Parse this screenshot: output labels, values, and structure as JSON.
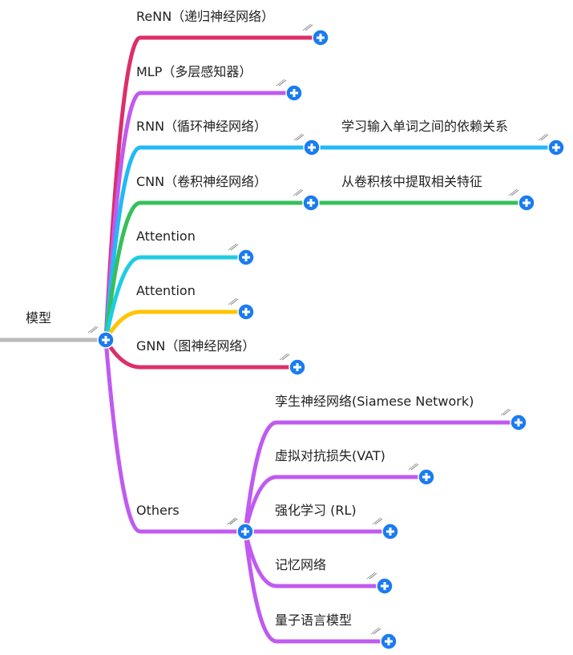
{
  "root": {
    "label": "模型",
    "line_color": "#bbbbbb"
  },
  "plus_color": "#1a7cf0",
  "branches": [
    {
      "label": "ReNN（递归神经网络）",
      "color": "#dc2f6a"
    },
    {
      "label": "MLP（多层感知器）",
      "color": "#c05af0"
    },
    {
      "label": "RNN（循环神经网络）",
      "color": "#22b9f6",
      "child": "学习输入单词之间的依赖关系"
    },
    {
      "label": "CNN（卷积神经网络）",
      "color": "#35c05a",
      "child": "从卷积核中提取相关特征"
    },
    {
      "label": "Attention",
      "color": "#1ecde3"
    },
    {
      "label": "Attention",
      "color": "#ffc400"
    },
    {
      "label": "GNN（图神经网络）",
      "color": "#dc2f6a"
    },
    {
      "label": "Others",
      "color": "#c05af0"
    }
  ],
  "others_children": [
    {
      "label": "孪生神经网络(Siamese Network)"
    },
    {
      "label": "虚拟对抗损失(VAT)"
    },
    {
      "label": "强化学习 (RL)"
    },
    {
      "label": "记忆网络"
    },
    {
      "label": "量子语言模型"
    }
  ]
}
